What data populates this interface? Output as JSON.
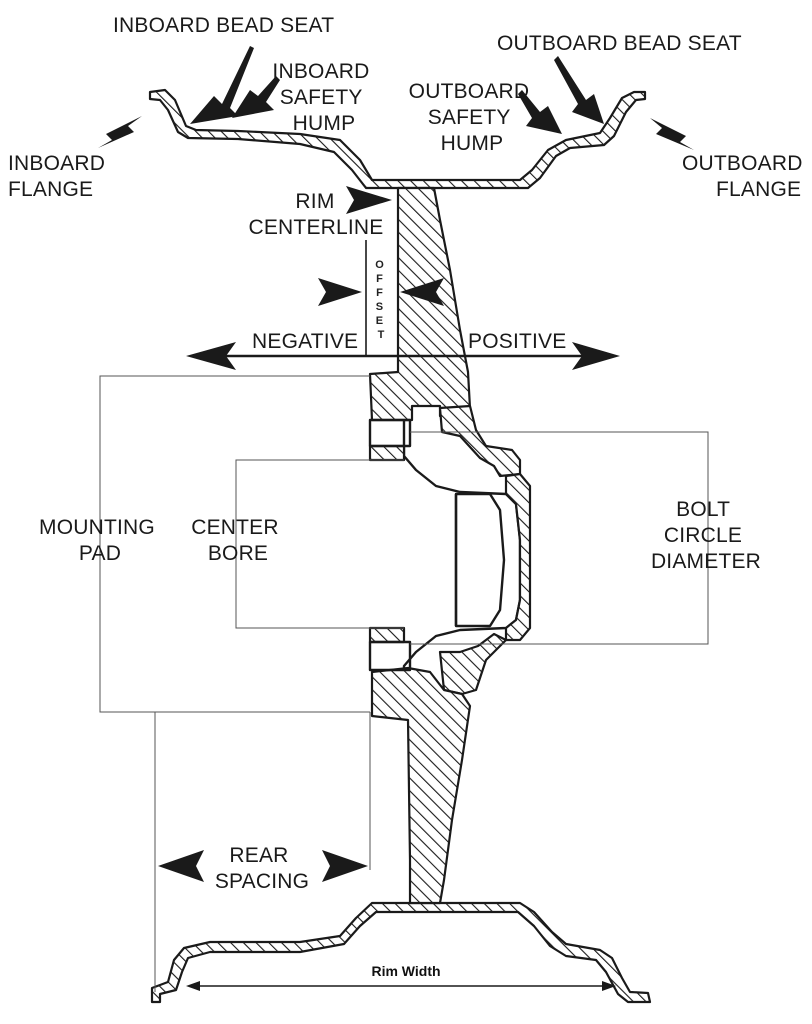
{
  "labels": {
    "inboard_bead_seat": "INBOARD BEAD SEAT",
    "outboard_bead_seat": "OUTBOARD BEAD SEAT",
    "inboard_safety_hump": [
      "INBOARD",
      "SAFETY",
      "HUMP"
    ],
    "outboard_safety_hump": [
      "OUTBOARD",
      "SAFETY",
      "HUMP"
    ],
    "inboard_flange": [
      "INBOARD",
      "FLANGE"
    ],
    "outboard_flange": [
      "OUTBOARD",
      "FLANGE"
    ],
    "rim_centerline": [
      "RIM",
      "CENTERLINE"
    ],
    "offset": [
      "O",
      "F",
      "F",
      "S",
      "E",
      "T"
    ],
    "negative": "NEGATIVE",
    "positive": "POSITIVE",
    "mounting_pad": [
      "MOUNTING",
      "PAD"
    ],
    "center_bore": [
      "CENTER",
      "BORE"
    ],
    "bolt_circle_diameter": [
      "BOLT",
      "CIRCLE",
      "DIAMETER"
    ],
    "rear_spacing": [
      "REAR",
      "SPACING"
    ],
    "rim_width": "Rim Width"
  }
}
